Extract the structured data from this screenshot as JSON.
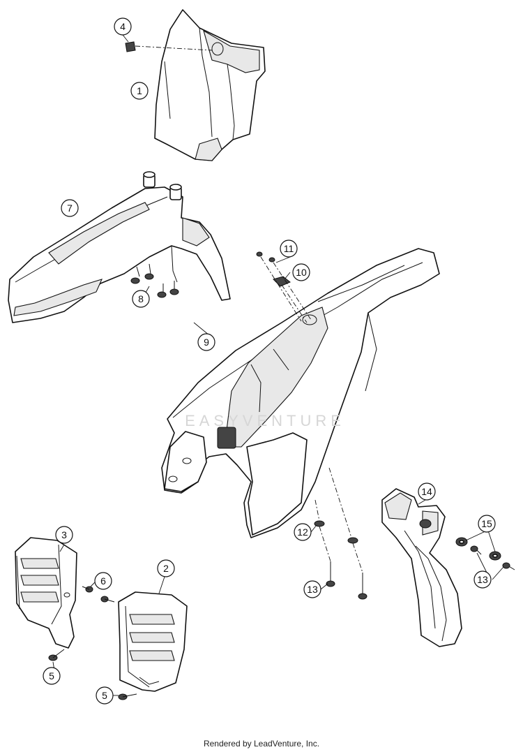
{
  "callouts": {
    "c1": "1",
    "c2": "2",
    "c3": "3",
    "c4": "4",
    "c5a": "5",
    "c5b": "5",
    "c6": "6",
    "c7": "7",
    "c8": "8",
    "c9": "9",
    "c10": "10",
    "c11": "11",
    "c12": "12",
    "c13a": "13",
    "c13b": "13",
    "c14": "14",
    "c15": "15"
  },
  "watermark": "EASYVENTURE",
  "footer": {
    "credit": "Rendered by LeadVenture, Inc."
  }
}
